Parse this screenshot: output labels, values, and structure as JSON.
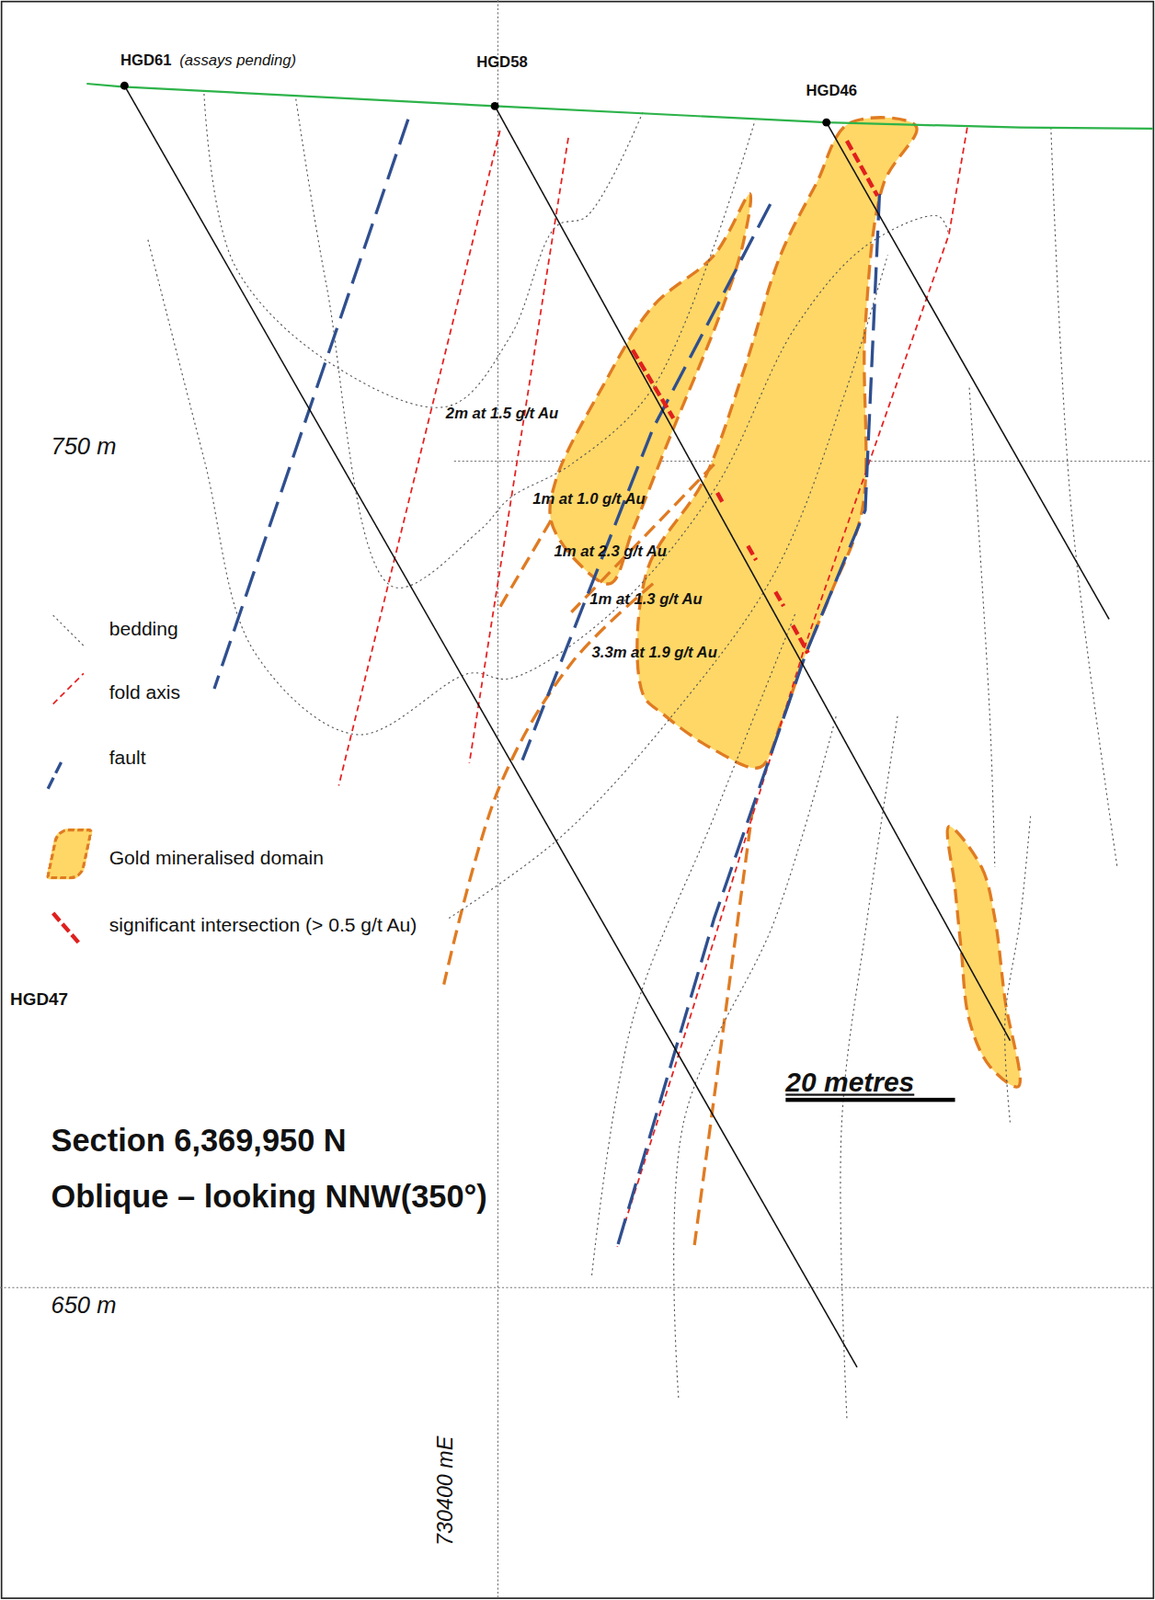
{
  "diagram": {
    "title": "Section 6,369,950 N",
    "caption": "Oblique – looking NNW(350°)",
    "labels": [
      "HGD61",
      "(assays pending)",
      "HGD58",
      "HGD46",
      "2m at 1.5 g/t Au",
      "750 m",
      "1m at 1.0 g/t Au",
      "1m at 2.3 g/t Au",
      "1m at 1.3 g/t Au",
      "3.3m at 1.9 g/t Au",
      "HGD47",
      "20 metres",
      "650 m",
      "730400 mE"
    ],
    "legend": [
      {
        "text": "bedding"
      },
      {
        "text": "fold axis"
      },
      {
        "text": "fault"
      },
      {
        "text": "Gold mineralised domain",
        "color": "#ffd766"
      },
      {
        "text": "significant intersection (> 0.5 g/t Au)"
      }
    ]
  }
}
